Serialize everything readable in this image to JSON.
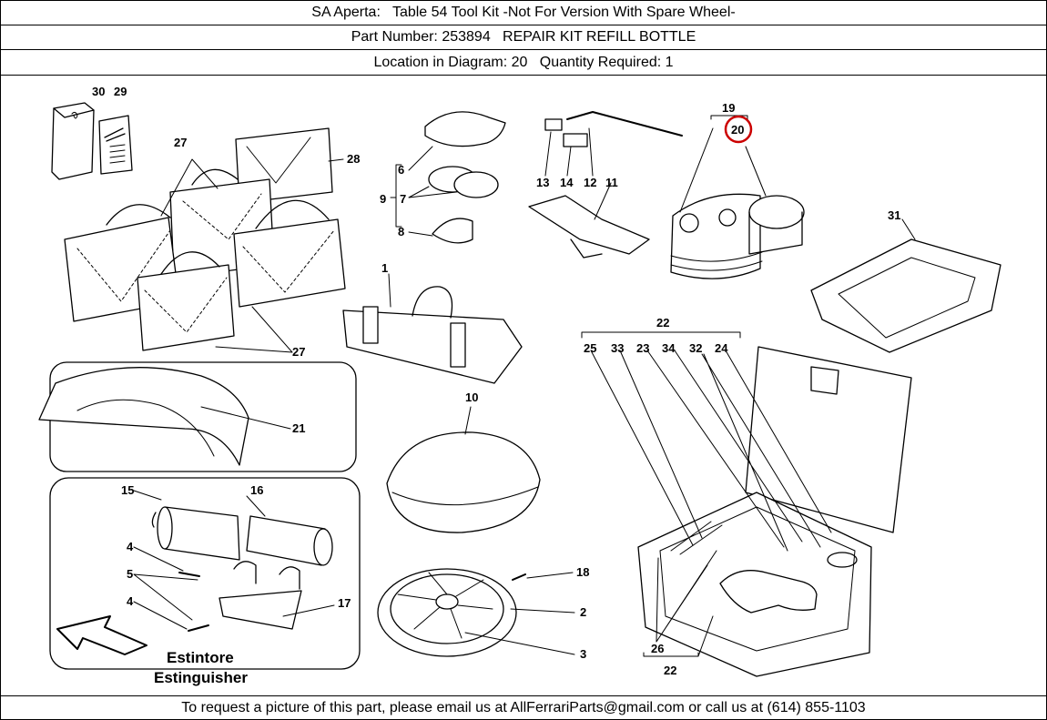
{
  "header": {
    "model_line": "SA Aperta:   Table 54 Tool Kit -Not For Version With Spare Wheel-",
    "part_line": "Part Number: 253894   REPAIR KIT REFILL BOTTLE",
    "location_line": "Location in Diagram: 20   Quantity Required: 1"
  },
  "footer": {
    "contact_line": "To request a picture of this part, please email us at AllFerrariParts@gmail.com or call us at (614) 855-1103"
  },
  "diagram": {
    "callouts": {
      "c30": "30",
      "c29": "29",
      "c27a": "27",
      "c28": "28",
      "c27b": "27",
      "c6": "6",
      "c9": "9",
      "c7": "7",
      "c8": "8",
      "c13": "13",
      "c14": "14",
      "c12": "12",
      "c11": "11",
      "c19": "19",
      "c20": "20",
      "c31": "31",
      "c1": "1",
      "c21": "21",
      "c10": "10",
      "c22top": "22",
      "c25": "25",
      "c33": "33",
      "c23": "23",
      "c34": "34",
      "c32": "32",
      "c24": "24",
      "c26": "26",
      "c22bot": "22",
      "c15": "15",
      "c16": "16",
      "c4a": "4",
      "c5": "5",
      "c4b": "4",
      "c17": "17",
      "c18": "18",
      "c2": "2",
      "c3": "3"
    },
    "extinguisher_caption_it": "Estintore",
    "extinguisher_caption_en": "Estinguisher",
    "highlight_color": "#cc0000"
  }
}
